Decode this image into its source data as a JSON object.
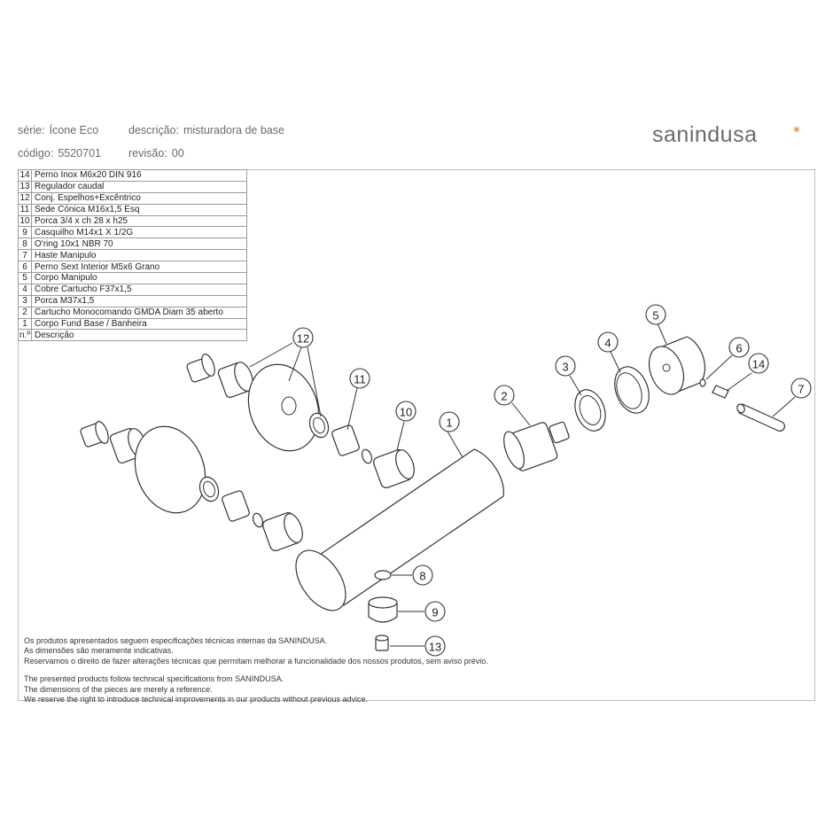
{
  "header": {
    "serie_label": "série:",
    "serie_value": "Ícone Eco",
    "descricao_label": "descrição:",
    "descricao_value": "misturadora de base",
    "codigo_label": "código:",
    "codigo_value": "5520701",
    "revisao_label": "revisão:",
    "revisao_value": "00"
  },
  "logo": {
    "text_a": "san",
    "text_b": "indusa",
    "accent_color": "#e8892f",
    "text_color": "#6b6b6b"
  },
  "parts": [
    {
      "n": "14",
      "name": "Perno Inox M6x20 DIN 916"
    },
    {
      "n": "13",
      "name": "Regulador caudal"
    },
    {
      "n": "12",
      "name": "Conj. Espelhos+Excêntrico"
    },
    {
      "n": "11",
      "name": "Sede Cónica M16x1,5 Esq"
    },
    {
      "n": "10",
      "name": "Porca 3/4 x ch 28 x h25"
    },
    {
      "n": "9",
      "name": "Casquilho M14x1 X 1/2G"
    },
    {
      "n": "8",
      "name": "O'ring 10x1 NBR 70"
    },
    {
      "n": "7",
      "name": "Haste Manipulo"
    },
    {
      "n": "6",
      "name": "Perno Sext Interior M5x6 Grano"
    },
    {
      "n": "5",
      "name": "Corpo Manipulo"
    },
    {
      "n": "4",
      "name": "Cobre Cartucho F37x1,5"
    },
    {
      "n": "3",
      "name": "Porca M37x1,5"
    },
    {
      "n": "2",
      "name": "Cartucho Monocomando GMDA Diam 35 aberto"
    },
    {
      "n": "1",
      "name": "Corpo Fund Base / Banheira"
    }
  ],
  "parts_header": {
    "n": "n.º",
    "name": "Descrição"
  },
  "callouts": [
    "1",
    "2",
    "3",
    "4",
    "5",
    "6",
    "7",
    "8",
    "9",
    "10",
    "11",
    "12",
    "13",
    "14"
  ],
  "notes": {
    "pt1": "Os produtos apresentados seguem especificações técnicas internas da SANINDUSA.",
    "pt2": "As dimensões são meramente indicativas.",
    "pt3": "Reservamos o direito de fazer alterações técnicas que permitam melhorar a funcionalidade dos nossos produtos, sem aviso prévio.",
    "en1": "The presented products follow technical specifications from SANINDUSA.",
    "en2": "The dimensions of the pieces are merely a reference.",
    "en3": "We reserve the right to introduce technical improvements in our products without previous advice."
  }
}
